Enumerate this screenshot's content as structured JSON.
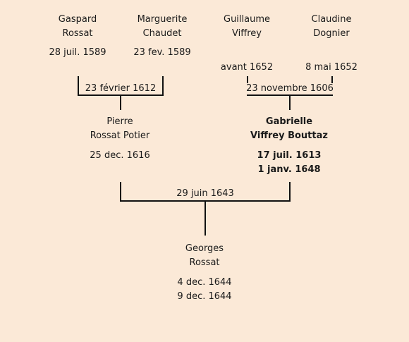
{
  "gen1": {
    "p1": {
      "first": "Gaspard",
      "last": "Rossat",
      "date1": "28 juil. 1589"
    },
    "p2": {
      "first": "Marguerite",
      "last": "Chaudet",
      "date1": "23 fev. 1589"
    },
    "p3": {
      "first": "Guillaume",
      "last": "Viffrey",
      "date1": "avant 1652"
    },
    "p4": {
      "first": "Claudine",
      "last": "Dognier",
      "date1": "8 mai 1652"
    }
  },
  "marriage1": "23 février 1612",
  "marriage2": "23 novembre 1606",
  "gen2": {
    "father": {
      "first": "Pierre",
      "last": "Rossat Potier",
      "date1": "25 dec. 1616"
    },
    "mother": {
      "first": "Gabrielle",
      "last": "Viffrey Bouttaz",
      "date1": "17 juil. 1613",
      "date2": "1 janv. 1648"
    }
  },
  "marriage3": "29 juin 1643",
  "gen3": {
    "child": {
      "first": "Georges",
      "last": "Rossat",
      "date1": "4 dec. 1644",
      "date2": "9 dec. 1644"
    }
  },
  "colors": {
    "background": "#fbe9d7",
    "text": "#1a1a1a",
    "lines": "#111111"
  }
}
